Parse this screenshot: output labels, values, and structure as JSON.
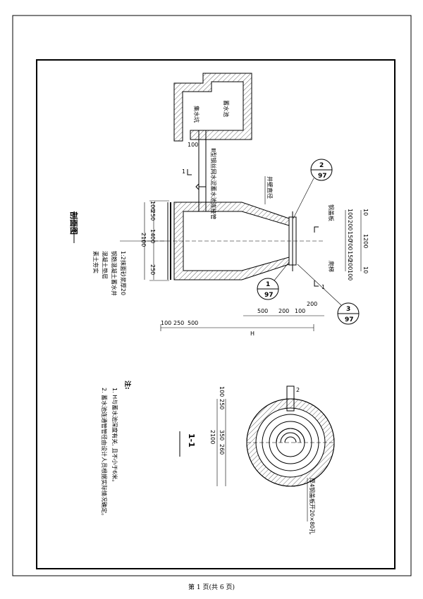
{
  "section_title": "剖面图",
  "section_label": "1-1",
  "labels": {
    "cistern": "蓄水池",
    "collector": "集水坑",
    "pipe": "Ⅲ型钢丝网水泥蓄水池连接管",
    "well_wall": "井壁直径",
    "cover": "钢盖板",
    "ladder": "爬梯",
    "cement_layer": "1:2抹面砂浆厚20",
    "rc_well": "钢筋混凝土蓄水井",
    "concrete": "混凝土垫层",
    "soil": "素土夯实",
    "plate_note": "厚4钢盖板开20×80孔"
  },
  "notes_heading": "注:",
  "notes": [
    "1. H与蓄水池深度有关, 且不小于6米。",
    "2. 蓄水池连通管管径由设计人员根据实际情况确定。"
  ],
  "dims_left": [
    "100",
    "250",
    "1400",
    "250",
    "2100"
  ],
  "dims_right": [
    "100",
    "10",
    "200",
    "150",
    "700",
    "150",
    "1200",
    "200",
    "100",
    "10"
  ],
  "dims_bottom": [
    "500",
    "200",
    "100",
    "200"
  ],
  "dims_base": [
    "100",
    "250",
    "500",
    "H"
  ],
  "dims_section": [
    "100",
    "250",
    "350",
    "260",
    "2100"
  ],
  "callouts": [
    {
      "num": "2",
      "sheet": "97"
    },
    {
      "num": "1",
      "sheet": "97"
    },
    {
      "num": "3",
      "sheet": "97"
    }
  ],
  "cut_mark": "1",
  "footer": "第 1 页(共 6 页)"
}
